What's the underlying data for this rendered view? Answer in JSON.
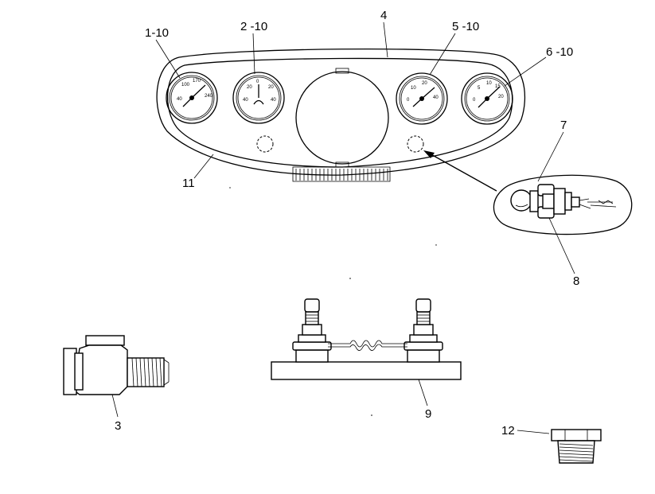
{
  "callouts": {
    "c1": "1-10",
    "c2": "2 -10",
    "c4": "4",
    "c5": "5 -10",
    "c6": "6 -10",
    "c7": "7",
    "c8": "8",
    "c11": "11",
    "c3": "3",
    "c9": "9",
    "c12": "12"
  },
  "gauge_scales": {
    "g1": [
      "100",
      "170",
      "240",
      "40"
    ],
    "g2": [
      "20",
      "0",
      "20",
      "40",
      "40"
    ],
    "g5": [
      "10",
      "20",
      "40",
      "0"
    ],
    "g6": [
      "5",
      "10",
      "15",
      "20",
      "0"
    ]
  }
}
